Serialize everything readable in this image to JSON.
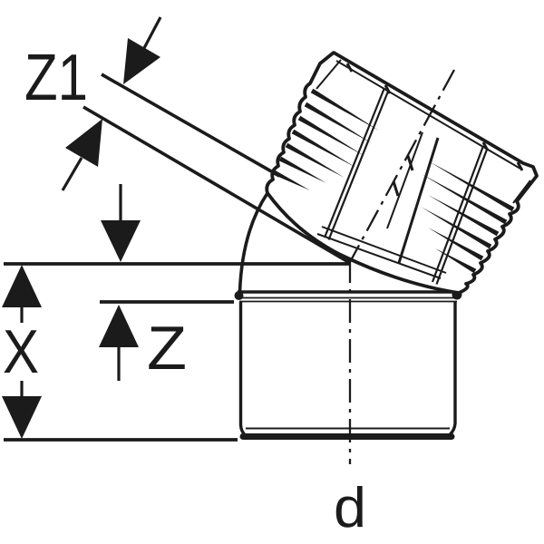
{
  "drawing": {
    "kind": "pipe-bend-fitting technical dimension diagram",
    "background": "#ffffff",
    "line_color": "#1b1b1b",
    "labels": {
      "z1": "Z1",
      "x": "X",
      "z": "Z",
      "d": "d"
    }
  }
}
